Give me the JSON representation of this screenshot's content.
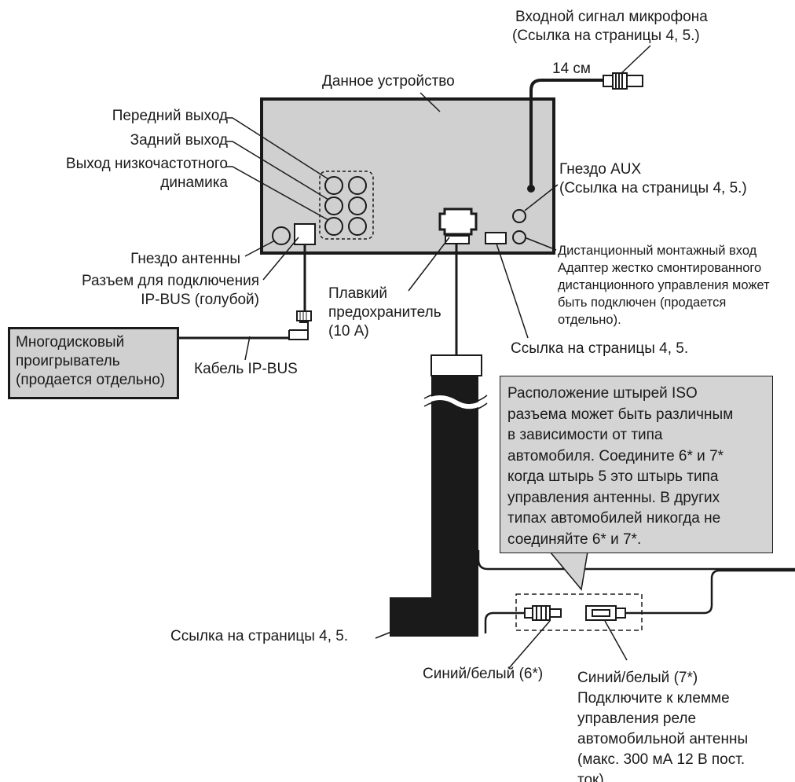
{
  "labels": {
    "mic_input": [
      "Входной сигнал микрофона",
      "(Ссылка на страницы 4, 5.)"
    ],
    "cable_length": "14 см",
    "this_unit": "Данное устройство",
    "front_output": "Передний выход",
    "rear_output": "Задний выход",
    "subwoofer_output": [
      "Выход низкочастотного",
      "динамика"
    ],
    "aux_jack": [
      "Гнездо AUX",
      "(Ссылка на страницы 4, 5.)"
    ],
    "antenna_jack": "Гнездо антенны",
    "ipbus_connector": [
      "Разъем для подключения",
      "IP-BUS (голубой)"
    ],
    "fuse": [
      "Плавкий",
      "предохранитель",
      "(10 А)"
    ],
    "wired_remote": [
      "Дистанционный монтажный вход",
      "Адаптер жестко смонтированного",
      "дистанционного управления может",
      "быть подключен (продается",
      "отдельно)."
    ],
    "ref_pages_right": "Ссылка на страницы 4, 5.",
    "multidisc_player": [
      "Многодисковый",
      "проигрыватель",
      "(продается отдельно)"
    ],
    "ipbus_cable": "Кабель IP-BUS",
    "iso_note": [
      "Расположение штырей ISO",
      "разъема может быть различным",
      "в зависимости от типа",
      "автомобиля. Соедините 6* и 7*",
      "когда штырь 5 это штырь типа",
      "управления антенны. В других",
      "типах автомобилей никогда не",
      "соединяйте 6* и 7*."
    ],
    "ref_pages_left": "Ссылка на страницы 4, 5.",
    "blue_white_6": "Синий/белый (6*)",
    "blue_white_7": [
      "Синий/белый (7*)",
      "Подключите к клемме",
      "управления реле",
      "автомобильной антенны",
      "(макс. 300 мА 12 В пост.",
      "ток)."
    ]
  },
  "colors": {
    "unit_fill": "#d0d0d0",
    "note_fill": "#d4d4d4",
    "stroke": "#1a1a1a",
    "cable_fill": "#1a1a1a"
  }
}
